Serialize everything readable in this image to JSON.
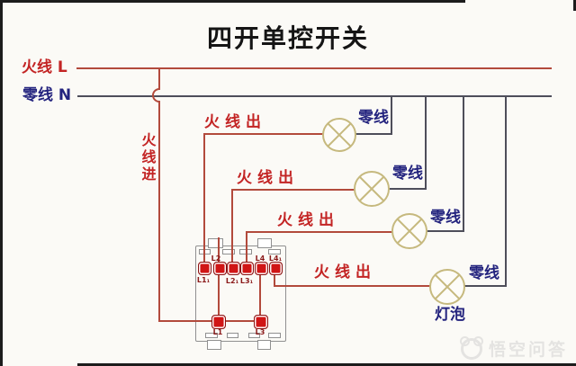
{
  "title": "四开单控开关",
  "theme": {
    "background": "#fbfaf6",
    "live_wire_color": "#b24a3c",
    "live_text_color": "#c32424",
    "neutral_wire_color": "#4e4e5a",
    "neutral_text_color": "#23237e",
    "lamp_color": "#c6b97e",
    "terminal_color": "#d01616",
    "terminal_border_color": "#8a1111",
    "terminal_label_color": "#8b1a1a",
    "box_border_color": "#909090",
    "title_color": "#151515",
    "watermark_color": "#c9c9c9"
  },
  "legend": {
    "live_bus_label": "火线 L",
    "neutral_bus_label": "零线 N",
    "feed_label": "火线进",
    "bulb_label": "灯泡"
  },
  "branches": [
    {
      "live_out_label": "火线出",
      "neutral_label": "零线"
    },
    {
      "live_out_label": "火线出",
      "neutral_label": "零线"
    },
    {
      "live_out_label": "火线出",
      "neutral_label": "零线"
    },
    {
      "live_out_label": "火线出",
      "neutral_label": "零线"
    }
  ],
  "switch_box": {
    "top_labels_above": [
      "",
      "L2",
      "",
      "",
      "L4",
      "L4₁"
    ],
    "top_labels_below": [
      "L1₁",
      "",
      "L2₁",
      "L3₁",
      "",
      ""
    ],
    "bottom_terminal_labels": [
      "L1",
      "L3"
    ]
  },
  "watermark": {
    "text": "悟空问答"
  }
}
